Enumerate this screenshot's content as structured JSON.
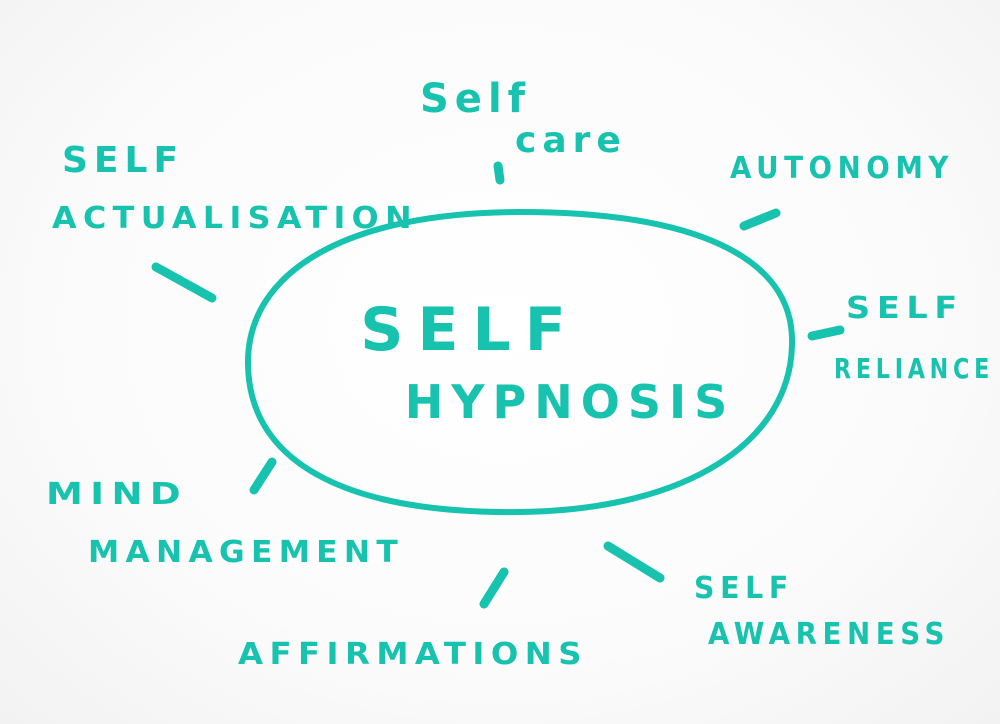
{
  "diagram": {
    "center": {
      "line1": "SELF",
      "line2": "HYPNOSIS"
    },
    "branches": [
      {
        "id": "self-care",
        "lines": [
          "Self",
          "care"
        ]
      },
      {
        "id": "self-actualisation",
        "lines": [
          "SELF",
          "ACTUALISATION"
        ]
      },
      {
        "id": "autonomy",
        "lines": [
          "AUTONOMY"
        ]
      },
      {
        "id": "self-reliance",
        "lines": [
          "SELF",
          "RELIANCE"
        ]
      },
      {
        "id": "mind-management",
        "lines": [
          "MIND",
          "MANAGEMENT"
        ]
      },
      {
        "id": "affirmations",
        "lines": [
          "AFFIRMATIONS"
        ]
      },
      {
        "id": "self-awareness",
        "lines": [
          "SELF",
          "AWARENESS"
        ]
      }
    ],
    "ink_color": "#17c2ae"
  }
}
